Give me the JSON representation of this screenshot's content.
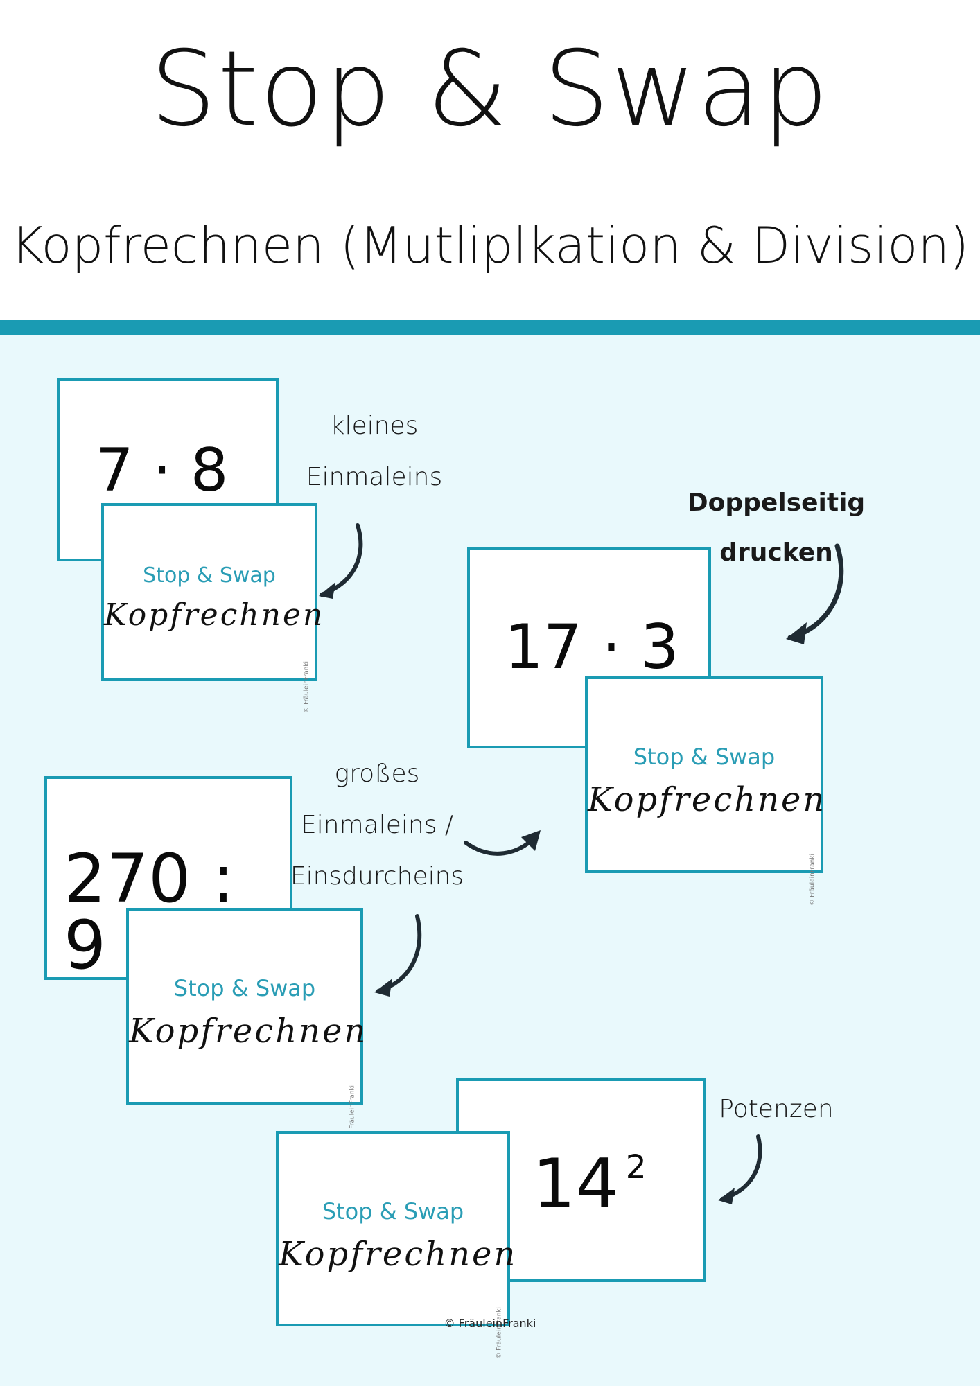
{
  "header": {
    "title": "Stop & Swap",
    "subtitle": "Kopfrechnen (Mutliplkation & Division)"
  },
  "card_back": {
    "title": "Stop & Swap",
    "word": "Kopfrechnen",
    "credit": "© FräuleinFranki"
  },
  "examples": [
    {
      "task": "7 · 8",
      "label_lines": [
        "kleines",
        "Einmaleins"
      ]
    },
    {
      "task": "17 · 3",
      "label_lines": [
        "Doppelseitig",
        "drucken"
      ]
    },
    {
      "task": "270 : 9",
      "label_lines": [
        "großes",
        "Einmaleins /",
        "Einsdurcheins"
      ]
    },
    {
      "task_base": "14",
      "task_exponent": "2",
      "label_lines": [
        "Potenzen"
      ]
    }
  ],
  "footer": {
    "credit": "© FräuleinFranki"
  },
  "colors": {
    "accent": "#1a9bb3",
    "panel_background": "#e9f9fc",
    "card_title": "#2a9db5"
  },
  "icons": {
    "arrow": "curved-brush-arrow-icon"
  }
}
